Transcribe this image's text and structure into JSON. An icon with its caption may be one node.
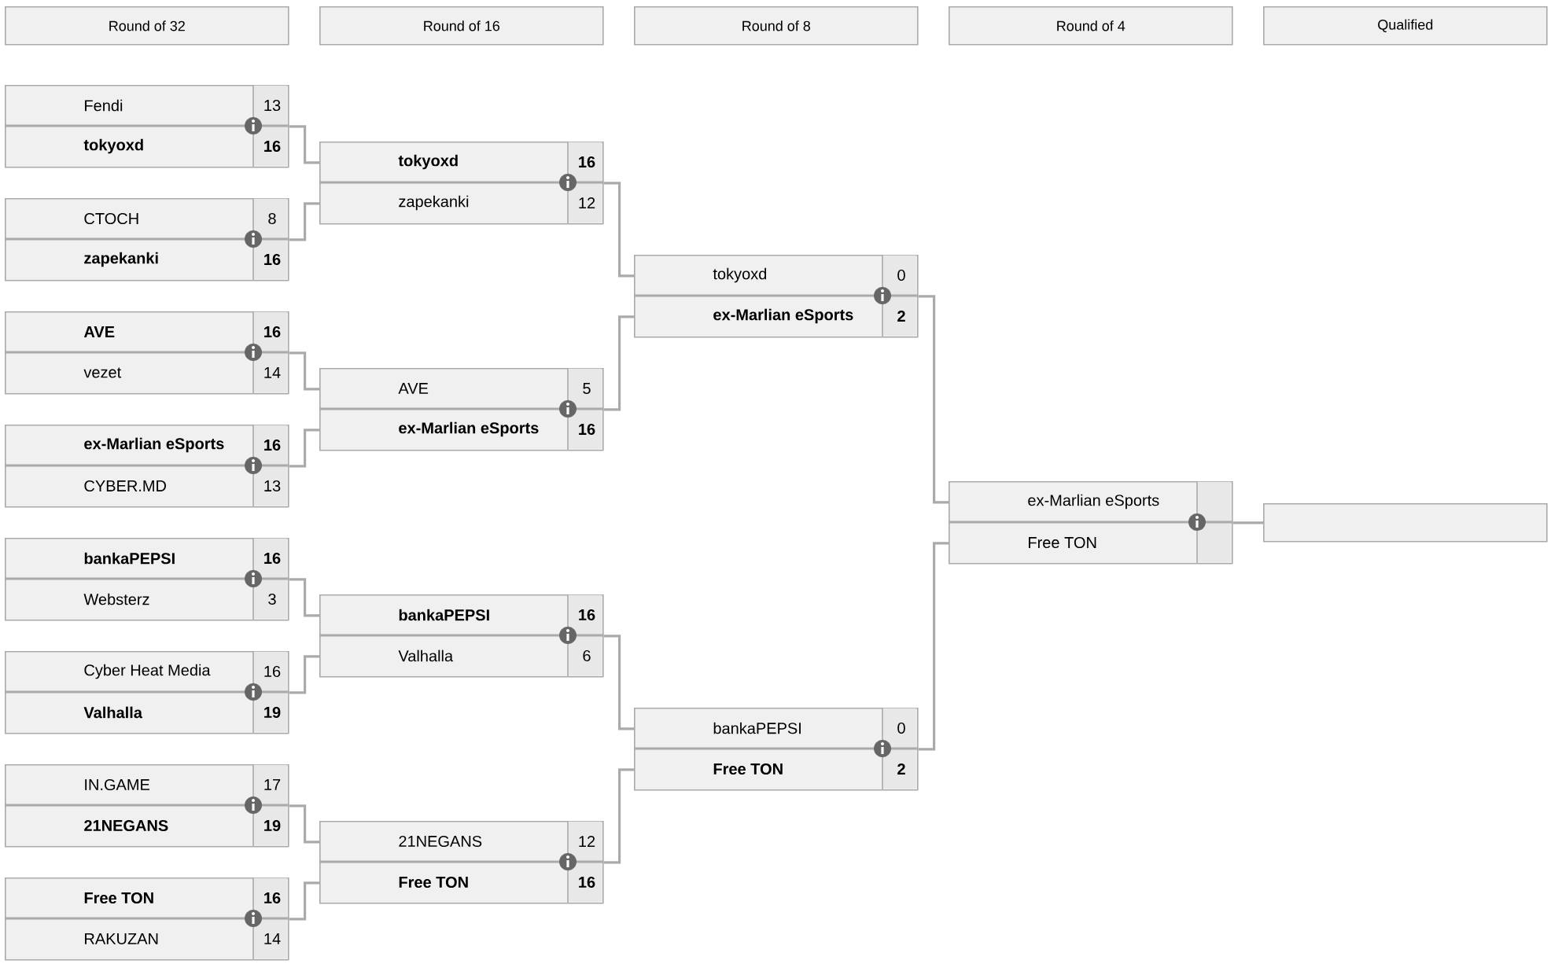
{
  "diagram": {
    "nodes": [
      {
        "text": [
          "Round of 32"
        ]
      },
      {
        "text": [
          "Round of 16"
        ]
      },
      {
        "text": [
          "Round of 8"
        ]
      },
      {
        "text": [
          "Round of 4"
        ]
      },
      {
        "text": [
          "Qualified"
        ]
      },
      {
        "text": [
          "Fendi",
          "13",
          "**tokyoxd**",
          "**16**"
        ]
      },
      {
        "text": [
          "CTOCH",
          "8",
          "**zapekanki**",
          "**16**"
        ]
      },
      {
        "text": [
          "**AVE**",
          "**16**",
          "vezet",
          "14"
        ]
      },
      {
        "text": [
          "**ex-Marlian eSports**",
          "**16**",
          "CYBER.MD",
          "13"
        ]
      },
      {
        "text": [
          "**bankaPEPSI**",
          "**16**",
          "Websterz",
          "3"
        ]
      },
      {
        "text": [
          "Cyber Heat Media",
          "16",
          "**Valhalla**",
          "**19**"
        ]
      },
      {
        "text": [
          "IN.GAME",
          "17",
          "**21NEGANS**",
          "**19**"
        ]
      },
      {
        "text": [
          "**Free TON**",
          "**16**",
          "RAKUZAN",
          "14"
        ]
      },
      {
        "text": [
          "**tokyoxd**",
          "**16**",
          "zapekanki",
          "12"
        ]
      },
      {
        "text": [
          "AVE",
          "5",
          "**ex-Marlian eSports**",
          "**16**"
        ]
      },
      {
        "text": [
          "**bankaPEPSI**",
          "**16**",
          "Valhalla",
          "6"
        ]
      },
      {
        "text": [
          "21NEGANS",
          "12",
          "**Free TON**",
          "**16**"
        ]
      },
      {
        "text": [
          "tokyoxd",
          "0",
          "**ex-Marlian eSports**",
          "**2**"
        ]
      },
      {
        "text": [
          "bankaPEPSI",
          "0",
          "**Free TON**",
          "**2**"
        ]
      },
      {
        "text": [
          "ex-Marlian eSports",
          "Free TON"
        ]
      },
      {
        "text": [],
        "shape": "box"
      }
    ],
    "edges": [
      {
        "from": 5,
        "to": 13,
        "arrow": "none"
      },
      {
        "from": 6,
        "to": 13,
        "arrow": "none"
      },
      {
        "from": 7,
        "to": 14,
        "arrow": "none"
      },
      {
        "from": 8,
        "to": 14,
        "arrow": "none"
      },
      {
        "from": 9,
        "to": 15,
        "arrow": "none"
      },
      {
        "from": 10,
        "to": 15,
        "arrow": "none"
      },
      {
        "from": 11,
        "to": 16,
        "arrow": "none"
      },
      {
        "from": 12,
        "to": 16,
        "arrow": "none"
      },
      {
        "from": 13,
        "to": 17,
        "arrow": "none"
      },
      {
        "from": 14,
        "to": 17,
        "arrow": "none"
      },
      {
        "from": 15,
        "to": 18,
        "arrow": "none"
      },
      {
        "from": 16,
        "to": 18,
        "arrow": "none"
      },
      {
        "from": 17,
        "to": 19,
        "arrow": "none"
      },
      {
        "from": 18,
        "to": 19,
        "arrow": "none"
      },
      {
        "from": 19,
        "to": 20,
        "arrow": "none"
      }
    ]
  }
}
